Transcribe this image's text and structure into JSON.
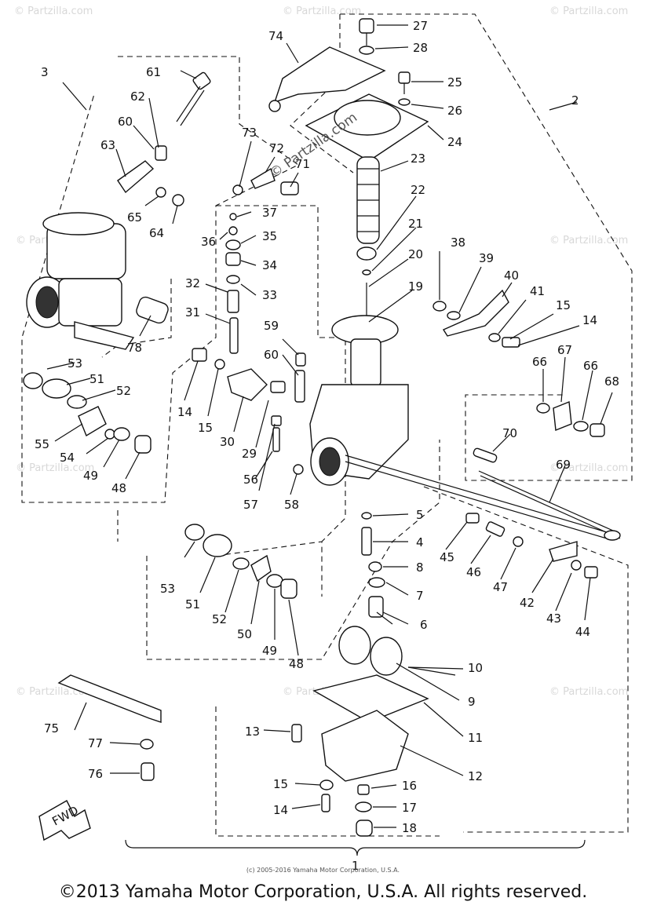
{
  "watermark": "© Partzilla.com",
  "footer": {
    "small": "(c) 2005-2016 Yamaha Motor Corporation, U.S.A.",
    "main": "©2013 Yamaha Motor Corporation, U.S.A. All rights reserved."
  },
  "fwd_label": "FWD",
  "callouts": [
    {
      "id": "c1",
      "text": "1"
    },
    {
      "id": "c2",
      "text": "2"
    },
    {
      "id": "c3",
      "text": "3"
    },
    {
      "id": "c4",
      "text": "4"
    },
    {
      "id": "c5",
      "text": "5"
    },
    {
      "id": "c6",
      "text": "6"
    },
    {
      "id": "c7",
      "text": "7"
    },
    {
      "id": "c8",
      "text": "8"
    },
    {
      "id": "c9",
      "text": "9"
    },
    {
      "id": "c10",
      "text": "10"
    },
    {
      "id": "c11",
      "text": "11"
    },
    {
      "id": "c12",
      "text": "12"
    },
    {
      "id": "c13",
      "text": "13"
    },
    {
      "id": "c14a",
      "text": "14"
    },
    {
      "id": "c14b",
      "text": "14"
    },
    {
      "id": "c14c",
      "text": "14"
    },
    {
      "id": "c15a",
      "text": "15"
    },
    {
      "id": "c15b",
      "text": "15"
    },
    {
      "id": "c15c",
      "text": "15"
    },
    {
      "id": "c16",
      "text": "16"
    },
    {
      "id": "c17",
      "text": "17"
    },
    {
      "id": "c18",
      "text": "18"
    },
    {
      "id": "c19",
      "text": "19"
    },
    {
      "id": "c20",
      "text": "20"
    },
    {
      "id": "c21",
      "text": "21"
    },
    {
      "id": "c22",
      "text": "22"
    },
    {
      "id": "c23",
      "text": "23"
    },
    {
      "id": "c24",
      "text": "24"
    },
    {
      "id": "c25",
      "text": "25"
    },
    {
      "id": "c26",
      "text": "26"
    },
    {
      "id": "c27",
      "text": "27"
    },
    {
      "id": "c28",
      "text": "28"
    },
    {
      "id": "c29",
      "text": "29"
    },
    {
      "id": "c30",
      "text": "30"
    },
    {
      "id": "c31",
      "text": "31"
    },
    {
      "id": "c32",
      "text": "32"
    },
    {
      "id": "c33",
      "text": "33"
    },
    {
      "id": "c34",
      "text": "34"
    },
    {
      "id": "c35",
      "text": "35"
    },
    {
      "id": "c36",
      "text": "36"
    },
    {
      "id": "c37",
      "text": "37"
    },
    {
      "id": "c38",
      "text": "38"
    },
    {
      "id": "c39",
      "text": "39"
    },
    {
      "id": "c40",
      "text": "40"
    },
    {
      "id": "c41",
      "text": "41"
    },
    {
      "id": "c42",
      "text": "42"
    },
    {
      "id": "c43",
      "text": "43"
    },
    {
      "id": "c44",
      "text": "44"
    },
    {
      "id": "c45",
      "text": "45"
    },
    {
      "id": "c46",
      "text": "46"
    },
    {
      "id": "c47",
      "text": "47"
    },
    {
      "id": "c48a",
      "text": "48"
    },
    {
      "id": "c48b",
      "text": "48"
    },
    {
      "id": "c49a",
      "text": "49"
    },
    {
      "id": "c49b",
      "text": "49"
    },
    {
      "id": "c50",
      "text": "50"
    },
    {
      "id": "c51a",
      "text": "51"
    },
    {
      "id": "c51b",
      "text": "51"
    },
    {
      "id": "c52a",
      "text": "52"
    },
    {
      "id": "c52b",
      "text": "52"
    },
    {
      "id": "c53a",
      "text": "53"
    },
    {
      "id": "c53b",
      "text": "53"
    },
    {
      "id": "c54",
      "text": "54"
    },
    {
      "id": "c55",
      "text": "55"
    },
    {
      "id": "c56",
      "text": "56"
    },
    {
      "id": "c57",
      "text": "57"
    },
    {
      "id": "c58",
      "text": "58"
    },
    {
      "id": "c59",
      "text": "59"
    },
    {
      "id": "c60a",
      "text": "60"
    },
    {
      "id": "c60b",
      "text": "60"
    },
    {
      "id": "c61",
      "text": "61"
    },
    {
      "id": "c62",
      "text": "62"
    },
    {
      "id": "c63",
      "text": "63"
    },
    {
      "id": "c64",
      "text": "64"
    },
    {
      "id": "c65",
      "text": "65"
    },
    {
      "id": "c66a",
      "text": "66"
    },
    {
      "id": "c66b",
      "text": "66"
    },
    {
      "id": "c67",
      "text": "67"
    },
    {
      "id": "c68",
      "text": "68"
    },
    {
      "id": "c69",
      "text": "69"
    },
    {
      "id": "c70",
      "text": "70"
    },
    {
      "id": "c71",
      "text": "71"
    },
    {
      "id": "c72",
      "text": "72"
    },
    {
      "id": "c73",
      "text": "73"
    },
    {
      "id": "c74",
      "text": "74"
    },
    {
      "id": "c75",
      "text": "75"
    },
    {
      "id": "c76",
      "text": "76"
    },
    {
      "id": "c77",
      "text": "77"
    },
    {
      "id": "c78",
      "text": "78"
    }
  ]
}
